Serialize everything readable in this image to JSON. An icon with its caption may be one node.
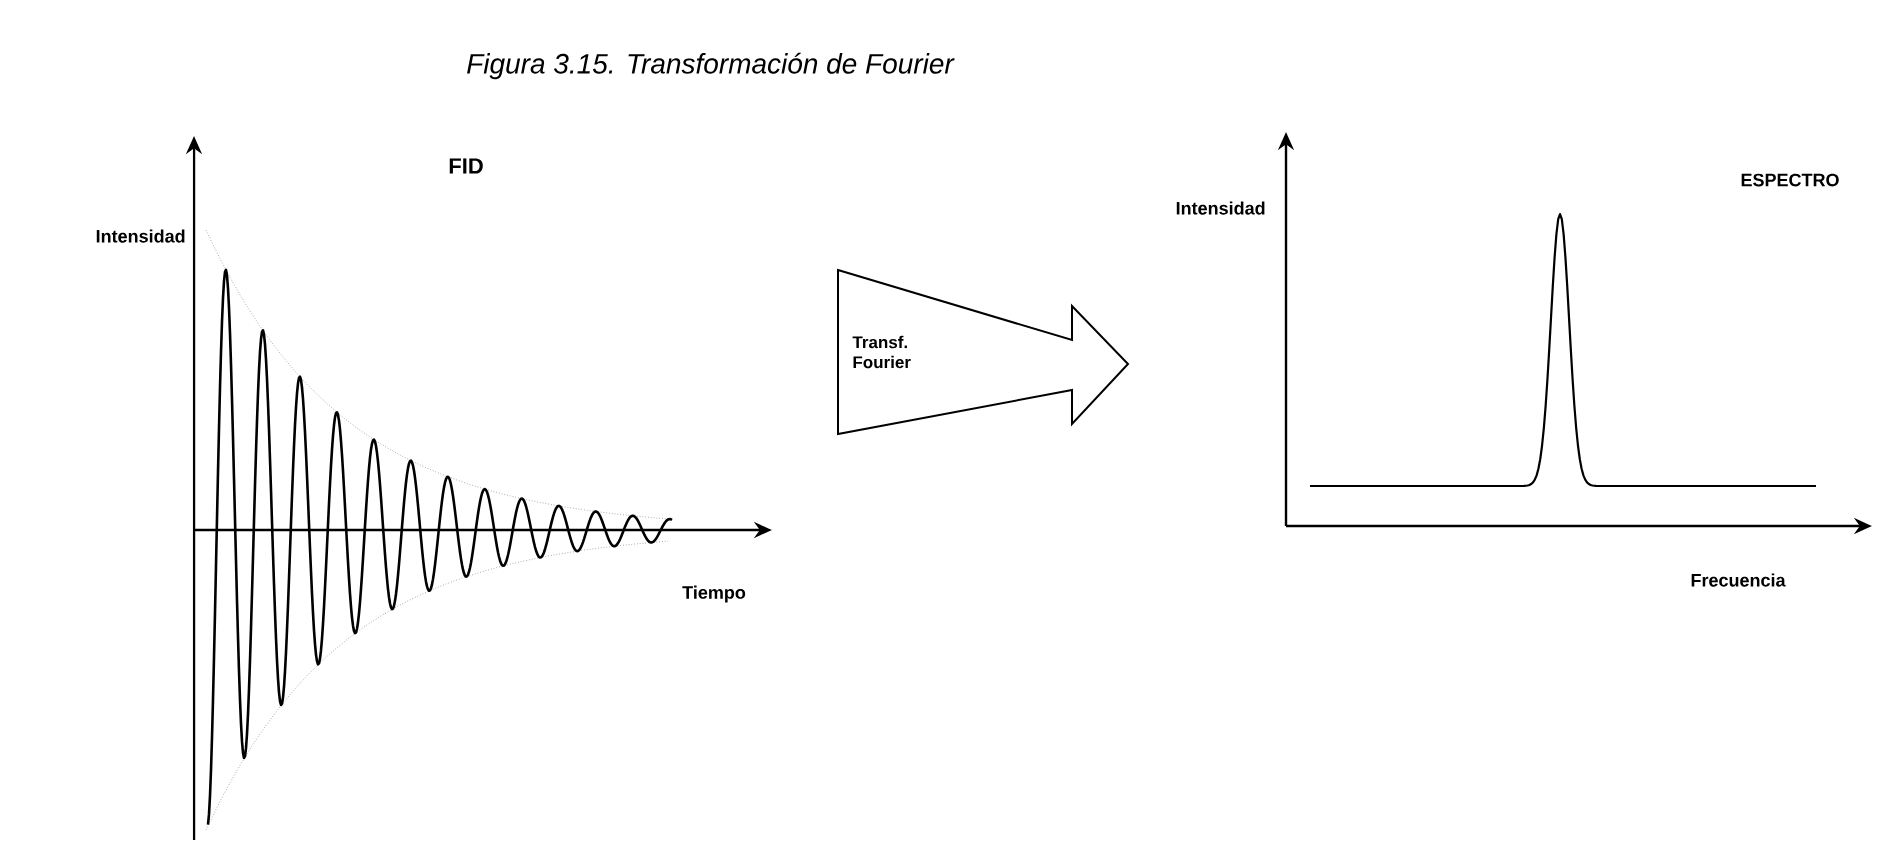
{
  "diagram": {
    "title": "Figura 3.15. Transformación de Fourier",
    "nodes": [
      {
        "text": [
          "Transf. Fourier"
        ]
      }
    ],
    "labels": [
      "FID",
      "Intensidad",
      "Tiempo",
      "Intensidad",
      "ESPECTRO",
      "Frecuencia"
    ]
  }
}
